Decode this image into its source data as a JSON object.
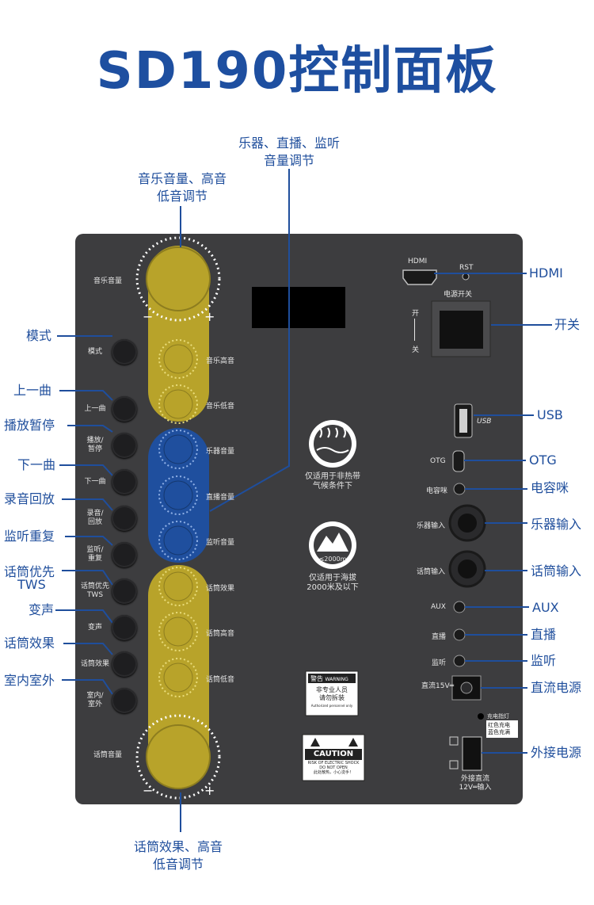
{
  "title": "SD190控制面板",
  "top_callouts": {
    "instrument_volume": [
      "乐器、直播、监听",
      "音量调节"
    ],
    "music_volume": [
      "音乐音量、高音",
      "低音调节"
    ],
    "mic_effect": [
      "话筒效果、高音",
      "低音调节"
    ]
  },
  "left_callouts": [
    "模式",
    "上一曲",
    "播放暂停",
    "下一曲",
    "录音回放",
    "监听重复",
    "话筒优先",
    "TWS",
    "变声",
    "话筒效果",
    "室内室外"
  ],
  "right_callouts": [
    "HDMI",
    "开关",
    "USB",
    "OTG",
    "电容咪",
    "乐器输入",
    "话筒输入",
    "AUX",
    "直播",
    "监听",
    "直流电源",
    "外接电源"
  ],
  "panel": {
    "music_volume_label": "音乐音量",
    "mic_volume_label": "话筒音量",
    "minus": "−",
    "plus": "+",
    "buttons": [
      {
        "l1": "模式",
        "l2": ""
      },
      {
        "l1": "上一曲",
        "l2": ""
      },
      {
        "l1": "播放/",
        "l2": "暂停"
      },
      {
        "l1": "下一曲",
        "l2": ""
      },
      {
        "l1": "录音/",
        "l2": "回放"
      },
      {
        "l1": "监听/",
        "l2": "重复"
      },
      {
        "l1": "话筒优先",
        "l2": "TWS"
      },
      {
        "l1": "变声",
        "l2": ""
      },
      {
        "l1": "话筒效果",
        "l2": ""
      },
      {
        "l1": "室内/",
        "l2": "室外"
      }
    ],
    "knob_labels": [
      "音乐高音",
      "音乐低音",
      "乐器音量",
      "直播音量",
      "监听音量",
      "话筒效果",
      "话筒高音",
      "话筒低音"
    ],
    "hdmi": "HDMI",
    "rst": "RST",
    "power_switch": "电源开关",
    "switch_on": "开",
    "switch_off": "关",
    "usb_text": "USB",
    "otg": "OTG",
    "condenser_mic": "电容咪",
    "instrument_input": "乐器输入",
    "mic_input": "话筒输入",
    "aux": "AUX",
    "live": "直播",
    "monitor": "监听",
    "dc": "直流15V═",
    "charge_light": "充电指灯",
    "charge_red": "红色充电",
    "charge_blue": "蓝色充满",
    "ext_power_l1": "外接直流",
    "ext_power_l2": "12V═输入",
    "tropical_l1": "仅适用于非热带",
    "tropical_l2": "气候条件下",
    "altitude_badge": "≤2000m",
    "altitude_l1": "仅适用于海拔",
    "altitude_l2": "2000米及以下",
    "warning_title": "警告",
    "warning_sub": "WARNING",
    "warning_l1": "非专业人员",
    "warning_l2": "请勿拆装",
    "warning_l3": "Authorized personnel only",
    "caution_title": "CAUTION",
    "caution_l1": "RISK OF ELECTRIC SHOCK",
    "caution_l2": "DO NOT OPEN",
    "caution_l3": "此处散热，小心烫手！"
  },
  "colors": {
    "title": "#1e4fa0",
    "panel": "#3d3d3f",
    "yellow": "#b8a32a",
    "blue": "#1f4f9e",
    "callout": "#1f4e9c"
  }
}
